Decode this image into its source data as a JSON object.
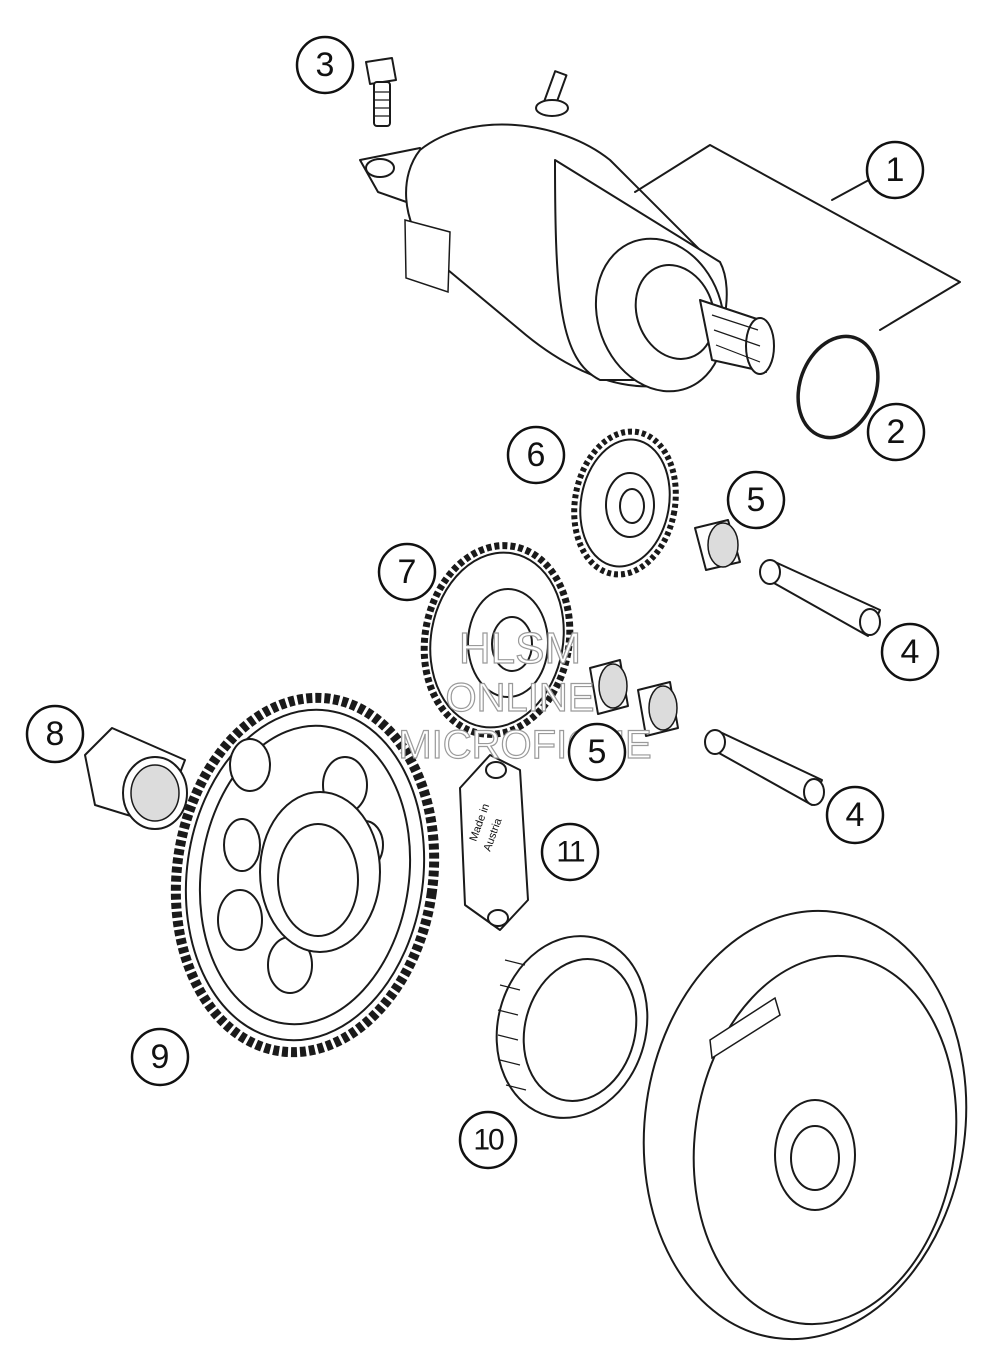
{
  "diagram": {
    "callouts": [
      {
        "id": "c1",
        "label": "1"
      },
      {
        "id": "c2",
        "label": "2"
      },
      {
        "id": "c3",
        "label": "3"
      },
      {
        "id": "c4a",
        "label": "4"
      },
      {
        "id": "c4b",
        "label": "4"
      },
      {
        "id": "c5a",
        "label": "5"
      },
      {
        "id": "c5b",
        "label": "5"
      },
      {
        "id": "c6",
        "label": "6"
      },
      {
        "id": "c7",
        "label": "7"
      },
      {
        "id": "c8",
        "label": "8"
      },
      {
        "id": "c9",
        "label": "9"
      },
      {
        "id": "c10",
        "label": "10"
      },
      {
        "id": "c11",
        "label": "11"
      }
    ],
    "part_stamp": {
      "line1": "Made in",
      "line2": "Austria"
    },
    "watermark": {
      "line1": "HLSM",
      "line2": "ONLINE",
      "line3": "MICROFICHE"
    }
  }
}
